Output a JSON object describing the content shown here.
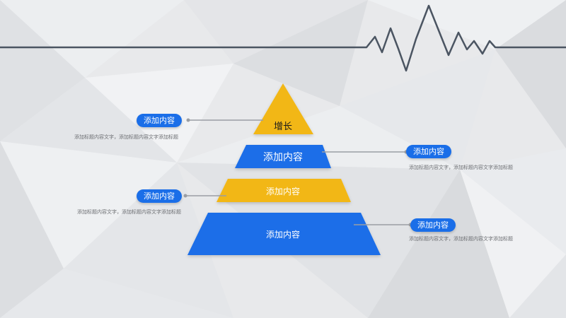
{
  "colors": {
    "blue": "#1a6ee8",
    "yellow": "#f2b713",
    "line": "#4b5562",
    "connector": "#9a9ea4"
  },
  "pyramid": {
    "tiers": [
      {
        "label": "增长",
        "color": "yellow"
      },
      {
        "label": "添加内容",
        "color": "blue"
      },
      {
        "label": "添加内容",
        "color": "yellow"
      },
      {
        "label": "添加内容",
        "color": "blue"
      }
    ]
  },
  "callouts": {
    "left_top": {
      "title": "添加内容",
      "text": "添加标题内容文字，添加标题内容文字添加标题"
    },
    "left_bottom": {
      "title": "添加内容",
      "text": "添加标题内容文字，添加标题内容文字添加标题"
    },
    "right_top": {
      "title": "添加内容",
      "text": "添加标题内容文字，添加标题内容文字添加标题"
    },
    "right_bottom": {
      "title": "添加内容",
      "text": "添加标题内容文字，添加标题内容文字添加标题"
    }
  }
}
